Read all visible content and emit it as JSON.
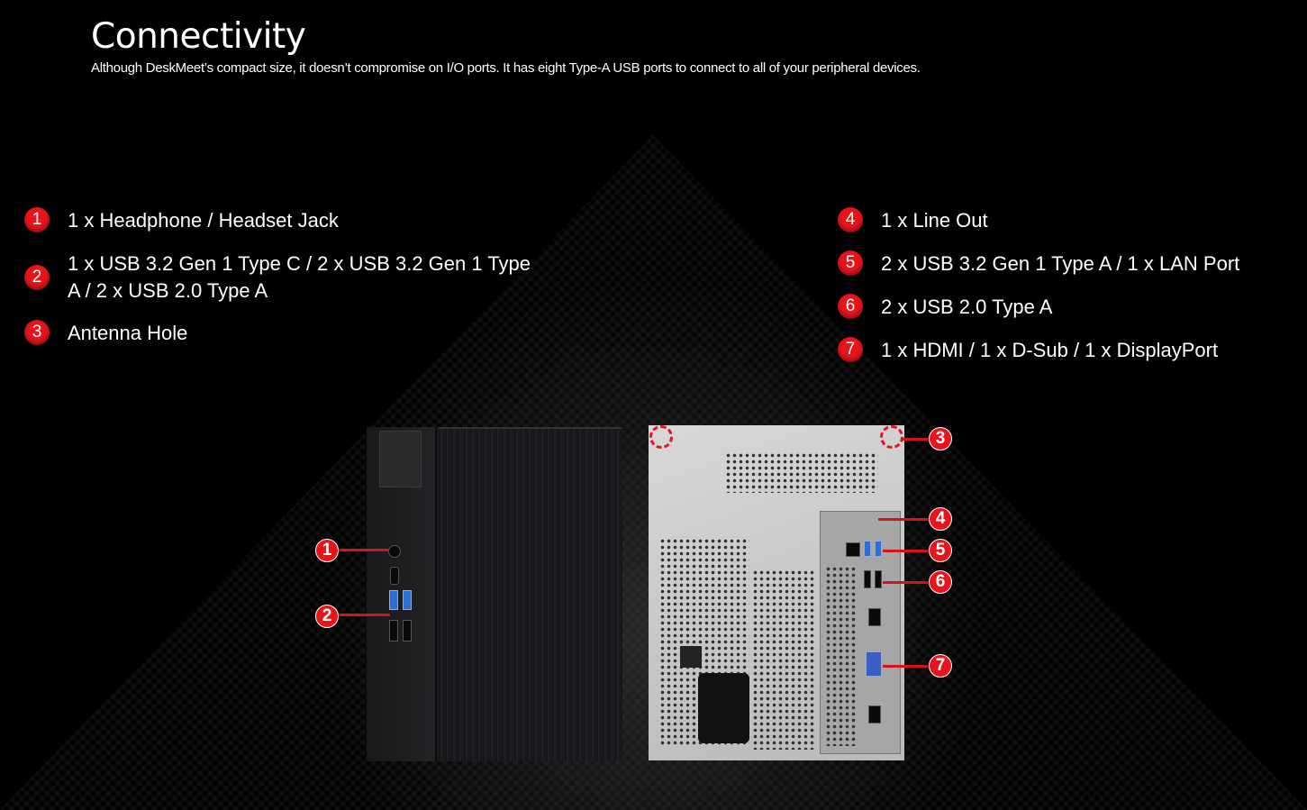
{
  "header": {
    "title": "Connectivity",
    "subtitle": "Although DeskMeet’s compact size, it doesn’t compromise on I/O ports. It has eight Type-A USB ports to connect to all of your peripheral devices."
  },
  "ports": [
    {
      "num": "1",
      "label": "1 x Headphone / Headset Jack"
    },
    {
      "num": "2",
      "label": "1 x USB 3.2 Gen 1 Type C / 2 x USB 3.2 Gen 1 Type A / 2 x USB 2.0 Type A"
    },
    {
      "num": "3",
      "label": "Antenna Hole"
    },
    {
      "num": "4",
      "label": "1 x Line Out"
    },
    {
      "num": "5",
      "label": "2 x USB 3.2 Gen 1 Type A / 1 x LAN Port"
    },
    {
      "num": "6",
      "label": "2 x USB 2.0 Type A"
    },
    {
      "num": "7",
      "label": "1 x HDMI / 1 x D-Sub / 1 x DisplayPort"
    }
  ],
  "colors": {
    "accent": "#e8141b"
  }
}
